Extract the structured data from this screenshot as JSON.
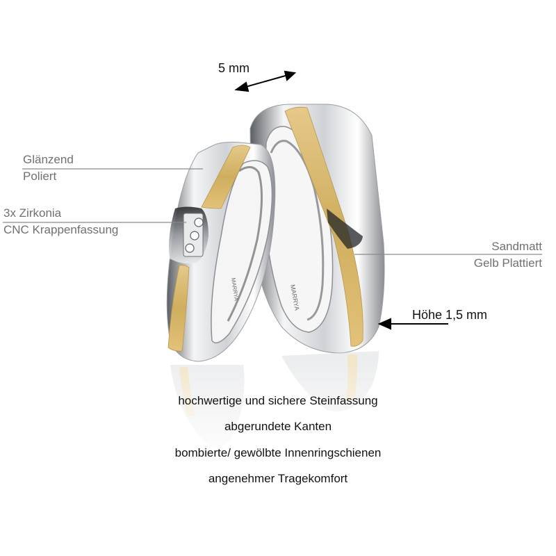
{
  "dimensions": {
    "width_label": "5 mm",
    "height_label": "Höhe 1,5 mm"
  },
  "callouts": {
    "finish_left": {
      "line1": "Glänzend",
      "line2": "Poliert"
    },
    "stones": {
      "line1": "3x Zirkonia",
      "line2": "CNC Krappenfassung"
    },
    "finish_right": {
      "line1": "Sandmatt",
      "line2": "Gelb Plattiert"
    }
  },
  "features": [
    "hochwertige und sichere Steinfassung",
    "abgerundete Kanten",
    "bombierte/ gewölbte Innenringschienen",
    "angenehmer Tragekomfort"
  ],
  "engraving": {
    "brand": "MARRYA"
  },
  "colors": {
    "silver": "#d8dadd",
    "gold": "#d8b86c",
    "label_grey": "#707070",
    "text": "#111111"
  }
}
